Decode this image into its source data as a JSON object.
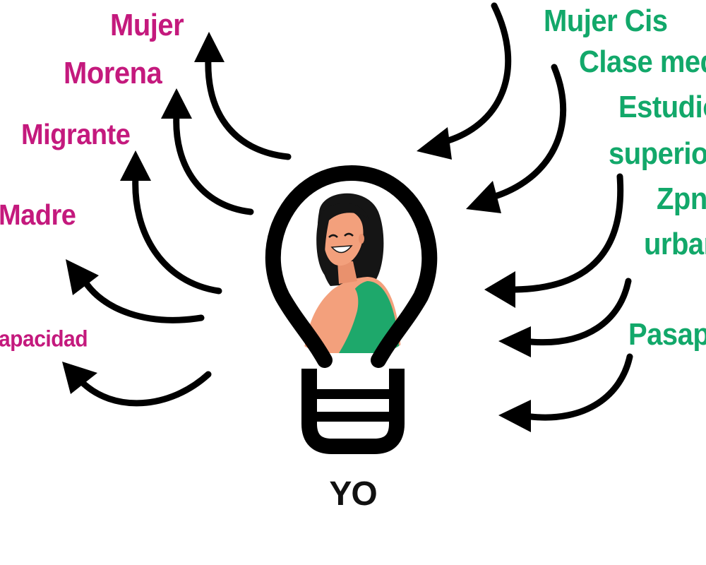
{
  "center": {
    "label": "YO"
  },
  "left_labels": [
    "Mujer",
    "Morena",
    "Migrante",
    "Madre",
    "apacidad"
  ],
  "right_labels": [
    "Mujer Cis",
    "Clase med",
    "Estudio",
    "superior",
    "Zpna",
    "urban",
    "Pasapo"
  ],
  "icons": [
    "lightbulb-icon",
    "woman-illustration",
    "arrow-icon"
  ],
  "colors": {
    "left_text": "#c4197d",
    "right_text": "#12a86a",
    "arrows": "#000000",
    "shirt": "#1ea86b",
    "skin": "#f3a07c",
    "hair": "#151515"
  }
}
